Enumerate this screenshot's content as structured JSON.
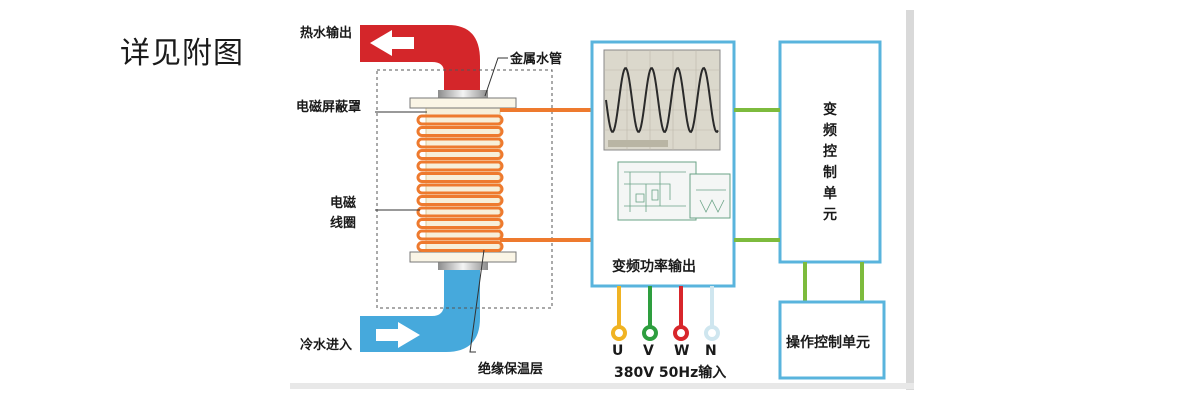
{
  "heading": "详见附图",
  "labels": {
    "hot_out": "热水输出",
    "cold_in": "冷水进入",
    "metal_pipe": "金属水管",
    "shield": "电磁屏蔽罩",
    "coil_l1": "电磁",
    "coil_l2": "线圈",
    "insulation": "绝缘保温层"
  },
  "power_box": {
    "title": "变频功率输出"
  },
  "control_box": {
    "title": "变频控制单元"
  },
  "operation_box": {
    "title": "操作控制单元"
  },
  "terminals": [
    {
      "label": "U",
      "color": "#f0b323"
    },
    {
      "label": "V",
      "color": "#2e9e3f"
    },
    {
      "label": "W",
      "color": "#d8262b"
    },
    {
      "label": "N",
      "color": "#cfe6ef"
    }
  ],
  "power_input": "380V 50Hz输入",
  "colors": {
    "hot": "#d4262a",
    "cold": "#46a9dc",
    "coil": "#ee7a2e",
    "box_border": "#59b4dd",
    "green_link": "#7dbb3d"
  }
}
